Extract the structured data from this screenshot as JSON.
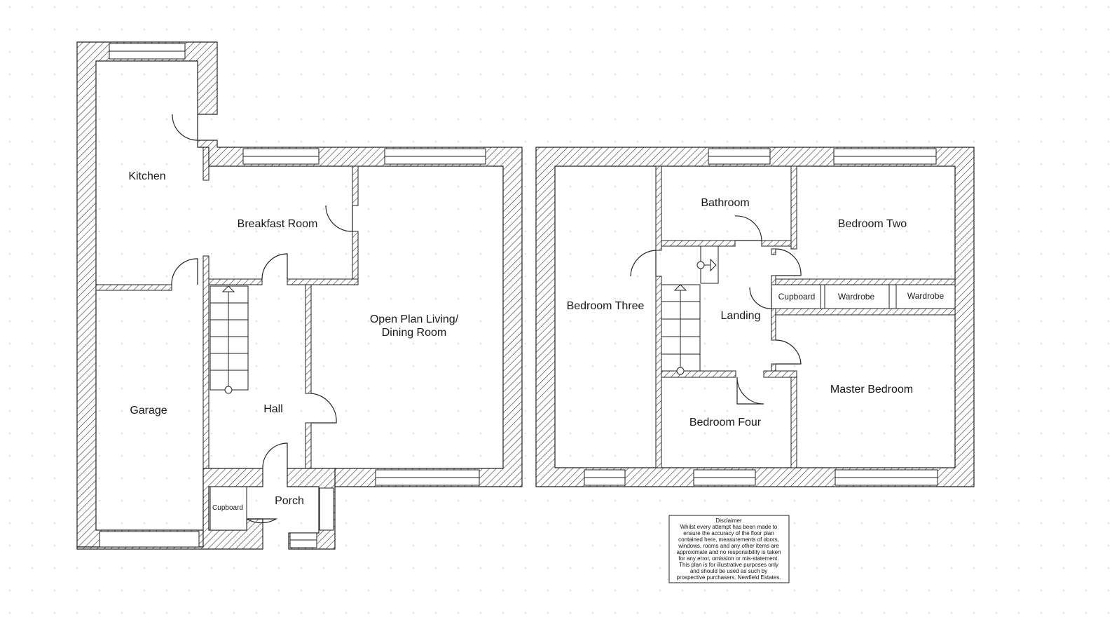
{
  "rooms": {
    "kitchen": "Kitchen",
    "breakfast_room": "Breakfast Room",
    "open_plan_line1": "Open Plan Living/",
    "open_plan_line2": "Dining Room",
    "garage": "Garage",
    "hall": "Hall",
    "porch": "Porch",
    "cupboard_ground": "Cupboard",
    "bedroom_three": "Bedroom Three",
    "bathroom": "Bathroom",
    "bedroom_two": "Bedroom Two",
    "landing": "Landing",
    "cupboard_first": "Cupboard",
    "wardrobe_1": "Wardrobe",
    "wardrobe_2": "Wardrobe",
    "master_bedroom": "Master Bedroom",
    "bedroom_four": "Bedroom Four"
  },
  "disclaimer": {
    "title": "Disclaimer",
    "lines": [
      "Whilst every attempt has been made to",
      "ensure the accuracy of the floor plan",
      "contained here, measurements of doors,",
      "windows, rooms and any other items are",
      "approximate and no responsibility is taken",
      "for any error, omission or mis-statement.",
      "This plan is for illustrative purposes only",
      "and should be used as such by",
      "prospective purchasers. Newfield Estates."
    ]
  }
}
